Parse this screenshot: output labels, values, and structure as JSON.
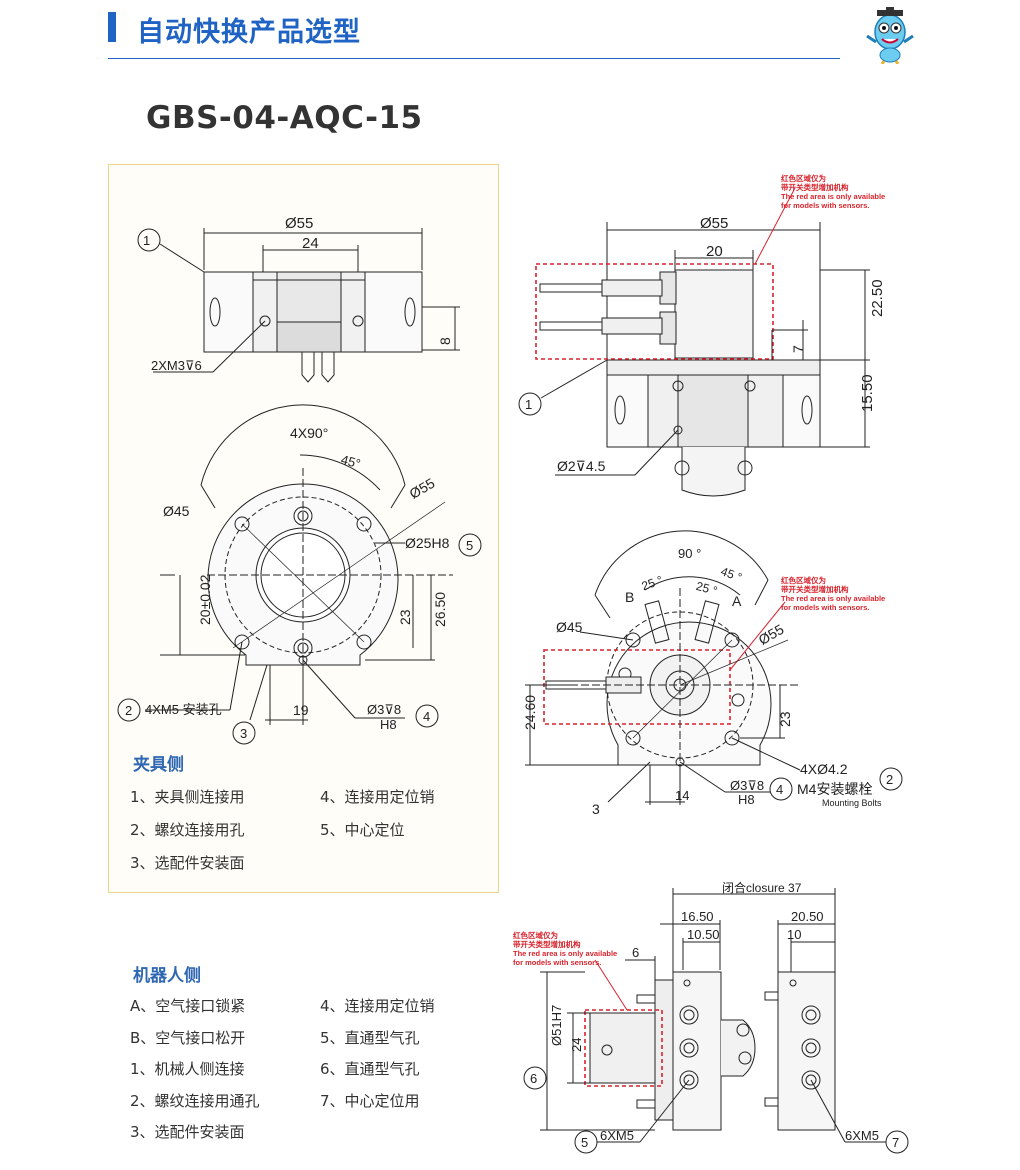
{
  "header": {
    "title": "自动快换产品选型",
    "brand_color": "#1f63c4"
  },
  "model": "GBS-04-AQC-15",
  "note": {
    "cn_line1": "红色区域仅为",
    "cn_line2": "带开关类型增加机构",
    "en_line1": "The red area is only available",
    "en_line2": "for models with sensors."
  },
  "fixture_side": {
    "title": "夹具侧",
    "items_left": [
      "1、夹具侧连接用",
      "2、螺纹连接用孔",
      "3、选配件安装面"
    ],
    "items_right": [
      "4、连接用定位销",
      "5、中心定位"
    ]
  },
  "robot_side": {
    "title": "机器人侧",
    "items_left": [
      "A、空气接口锁紧",
      "B、空气接口松开",
      "1、机械人侧连接",
      "2、螺纹连接用通孔",
      "3、选配件安装面"
    ],
    "items_right": [
      "4、连接用定位销",
      "5、直通型气孔",
      "6、直通型气孔",
      "7、中心定位用"
    ]
  },
  "dims": {
    "d55": "Ø55",
    "w24": "24",
    "h8": "8",
    "t2xm3": "2XM3⊽6",
    "ang4x90": "4X90°",
    "a45": "45°",
    "d45": "Ø45",
    "d25h8": "Ø25H8",
    "tol20": "20±0.02",
    "h23": "23",
    "h2650": "26.50",
    "w19": "19",
    "t4xm5": "4XM5 安装孔",
    "d3v8": "Ø3⊽8",
    "h8fit": "H8",
    "w20": "20",
    "h2250": "22.50",
    "h7": "7",
    "h1550": "15.50",
    "d2v45": "Ø2⊽4.5",
    "ang90": "90 °",
    "a25a": "25 °",
    "a25b": "25 °",
    "a45b": "45 °",
    "lA": "A",
    "lB": "B",
    "h2460": "24.60",
    "w14": "14",
    "t4xd42": "4XØ4.2",
    "tm4": "M4安装螺栓",
    "tmb": "Mounting Bolts",
    "closure": "闭合closure 37",
    "w1650": "16.50",
    "w1050": "10.50",
    "w2050": "20.50",
    "w10": "10",
    "w6": "6",
    "d51h7": "Ø51H7",
    "h24": "24",
    "t6xm5a": "6XM5",
    "t6xm5b": "6XM5",
    "n1": "1",
    "n2": "2",
    "n3": "3",
    "n4": "4",
    "n5": "5",
    "n6": "6",
    "n7": "7"
  }
}
